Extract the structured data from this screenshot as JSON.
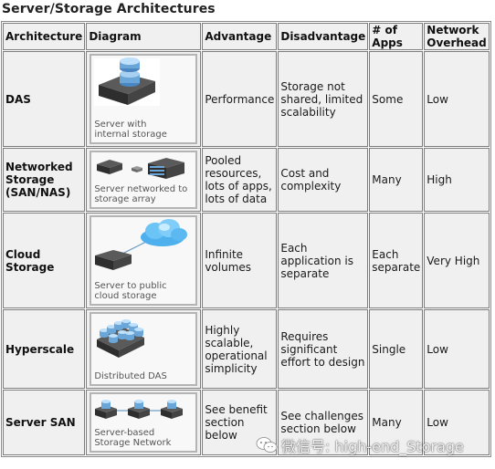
{
  "title": "Server/Storage Architectures",
  "headers": {
    "architecture": "Architecture",
    "diagram": "Diagram",
    "advantage": "Advantage",
    "disadvantage": "Disadvantage",
    "apps": "# of Apps",
    "overhead": "Network Overhead"
  },
  "rows": [
    {
      "architecture": "DAS",
      "diagram_caption": "Server with internal storage",
      "advantage": "Performance",
      "disadvantage": "Storage not shared, limited scalability",
      "apps": "Some",
      "overhead": "Low"
    },
    {
      "architecture": "Networked Storage (SAN/NAS)",
      "diagram_caption": "Server networked to storage array",
      "advantage": "Pooled resources, lots of apps, lots of data",
      "disadvantage": "Cost and complexity",
      "apps": "Many",
      "overhead": "High"
    },
    {
      "architecture": "Cloud Storage",
      "diagram_caption": "Server to public cloud storage",
      "advantage": "Infinite volumes",
      "disadvantage": "Each application is separate",
      "apps": "Each separate",
      "overhead": "Very High"
    },
    {
      "architecture": "Hyperscale",
      "diagram_caption": "Distributed DAS",
      "advantage": "Highly scalable, operational simplicity",
      "disadvantage": "Requires significant effort to design",
      "apps": "Single",
      "overhead": "Low"
    },
    {
      "architecture": "Server SAN",
      "diagram_caption": "Server-based Storage Network",
      "advantage": "See benefit section below",
      "disadvantage": "See challenges section below",
      "apps": "Many",
      "overhead": "Low"
    }
  ],
  "watermark": {
    "text": "微信号: high-end_Storage",
    "icon": "wechat-icon"
  },
  "colors": {
    "cell_bg": "#f0f0f0",
    "cell_border": "#7c7c7c",
    "server_dark": "#3a3a3a",
    "storage_blue": "#6aa6d8",
    "cloud_blue": "#4fb0ee"
  }
}
